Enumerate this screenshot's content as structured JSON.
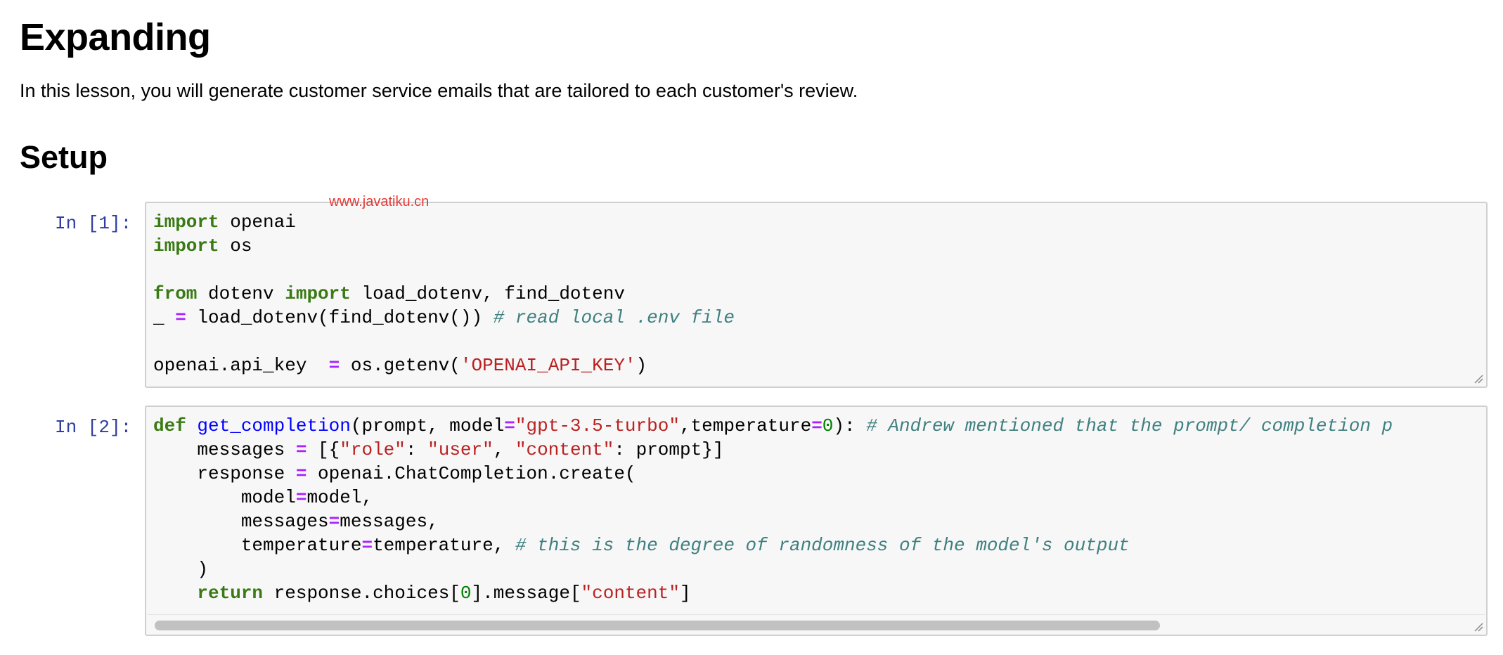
{
  "heading": "Expanding",
  "intro": "In this lesson, you will generate customer service emails that are tailored to each customer's review.",
  "setup_heading": "Setup",
  "watermark": "www.javatiku.cn",
  "cells": [
    {
      "prompt": "In [1]:",
      "lines": [
        "import openai",
        "import os",
        "",
        "from dotenv import load_dotenv, find_dotenv",
        "_ = load_dotenv(find_dotenv()) # read local .env file",
        "",
        "openai.api_key  = os.getenv('OPENAI_API_KEY')"
      ]
    },
    {
      "prompt": "In [2]:",
      "lines": [
        "def get_completion(prompt, model=\"gpt-3.5-turbo\",temperature=0): # Andrew mentioned that the prompt/ completion p",
        "    messages = [{\"role\": \"user\", \"content\": prompt}]",
        "    response = openai.ChatCompletion.create(",
        "        model=model,",
        "        messages=messages,",
        "        temperature=temperature, # this is the degree of randomness of the model's output",
        "    )",
        "    return response.choices[0].message[\"content\"]"
      ]
    }
  ]
}
